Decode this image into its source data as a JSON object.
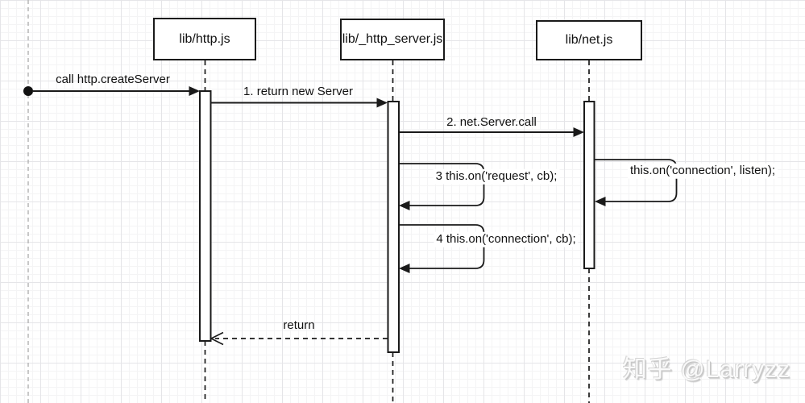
{
  "diagram": {
    "participants": [
      {
        "label": "lib/http.js"
      },
      {
        "label": "lib/_http_server.js"
      },
      {
        "label": "lib/net.js"
      }
    ],
    "messages": {
      "call_create_server": "call http.createServer",
      "return_new_server": "1. return new Server",
      "net_server_call": "2. net.Server.call",
      "on_request": "3 this.on('request', cb);",
      "on_connection_cb": "4 this.on('connection', cb);",
      "on_connection_listen": "this.on('connection', listen);",
      "return_msg": "return"
    }
  },
  "watermark": "知乎 @Larryzz"
}
